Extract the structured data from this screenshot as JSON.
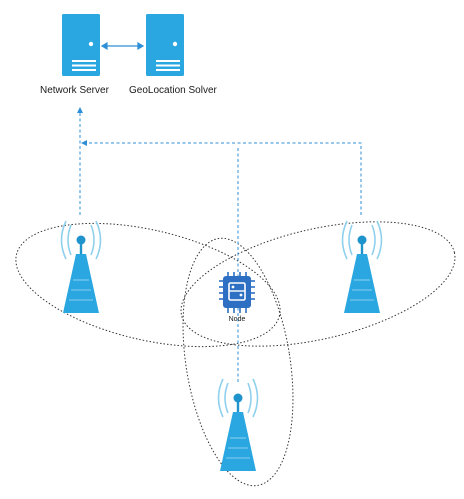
{
  "servers": {
    "network_server": {
      "label": "Network Server",
      "icon": "server-icon"
    },
    "geolocation_solver": {
      "label": "GeoLocation Solver",
      "icon": "server-icon"
    }
  },
  "node": {
    "label": "Node",
    "icon": "chip-icon"
  },
  "gateways": [
    {
      "name": "gateway-left",
      "icon": "cell-tower-icon"
    },
    {
      "name": "gateway-right",
      "icon": "cell-tower-icon"
    },
    {
      "name": "gateway-bottom",
      "icon": "cell-tower-icon"
    }
  ],
  "colors": {
    "accent": "#2aa7e0",
    "accent_dark": "#1f93cc",
    "link": "#2f8fd6",
    "chip": "#2d6fc2",
    "coverage_outline": "#333333"
  }
}
